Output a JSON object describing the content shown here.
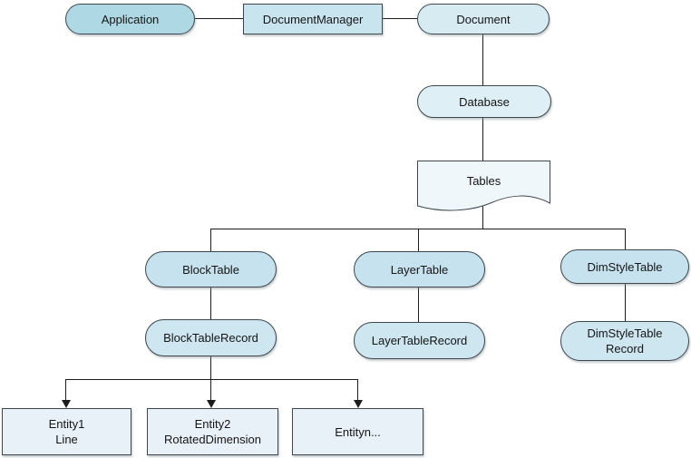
{
  "colors": {
    "background": "#ffffff",
    "line": "#1c1c1c",
    "border": "#3f474d",
    "application_fill": "#aed8e4",
    "manager_fill": "#c8e4ef",
    "document_fill": "#d7ebf3",
    "database_fill": "#deeff6",
    "tables_fill": "#eff7fa",
    "table_fill": "#c6e2ee",
    "record_fill": "#cde6f0",
    "entity_fill": "#e7f1f7"
  },
  "nodes": {
    "application": {
      "label": "Application"
    },
    "document_manager": {
      "label": "DocumentManager"
    },
    "document": {
      "label": "Document"
    },
    "database": {
      "label": "Database"
    },
    "tables": {
      "label": "Tables"
    },
    "block_table": {
      "label": "BlockTable"
    },
    "layer_table": {
      "label": "LayerTable"
    },
    "dim_style_table": {
      "label": "DimStyleTable"
    },
    "block_table_record": {
      "label": "BlockTableRecord"
    },
    "layer_table_record": {
      "label": "LayerTableRecord"
    },
    "dim_style_table_record": {
      "label": "DimStyleTable",
      "label2": "Record"
    },
    "entity1": {
      "label": "Entity1",
      "label2": "Line"
    },
    "entity2": {
      "label": "Entity2",
      "label2": "RotatedDimension"
    },
    "entityn": {
      "label": "Entityn..."
    }
  }
}
